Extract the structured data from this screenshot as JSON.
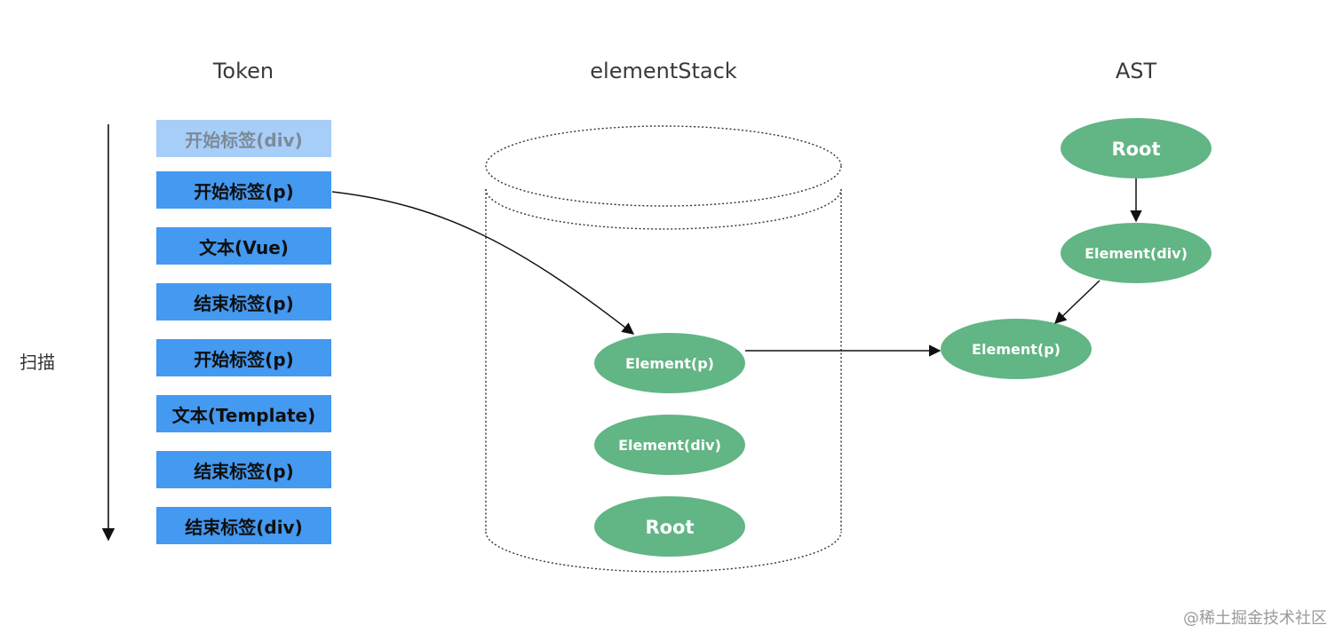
{
  "columns": {
    "token_title": "Token",
    "stack_title": "elementStack",
    "ast_title": "AST"
  },
  "scan_label": "扫描",
  "tokens": [
    {
      "label": "开始标签(div)",
      "state": "consumed"
    },
    {
      "label": "开始标签(p)",
      "state": "pending"
    },
    {
      "label": "文本(Vue)",
      "state": "pending"
    },
    {
      "label": "结束标签(p)",
      "state": "pending"
    },
    {
      "label": "开始标签(p)",
      "state": "pending"
    },
    {
      "label": "文本(Template)",
      "state": "pending"
    },
    {
      "label": "结束标签(p)",
      "state": "pending"
    },
    {
      "label": "结束标签(div)",
      "state": "pending"
    }
  ],
  "stack_nodes": [
    {
      "label": "Element(p)"
    },
    {
      "label": "Element(div)"
    },
    {
      "label": "Root"
    }
  ],
  "ast_nodes": [
    {
      "label": "Root"
    },
    {
      "label": "Element(div)"
    },
    {
      "label": "Element(p)"
    }
  ],
  "colors": {
    "token_active": "#4499f0",
    "token_consumed": "#a7cef9",
    "node_fill": "#62b585",
    "arrow": "#111111",
    "stack_outline": "#333333"
  },
  "watermark": "@稀土掘金技术社区"
}
